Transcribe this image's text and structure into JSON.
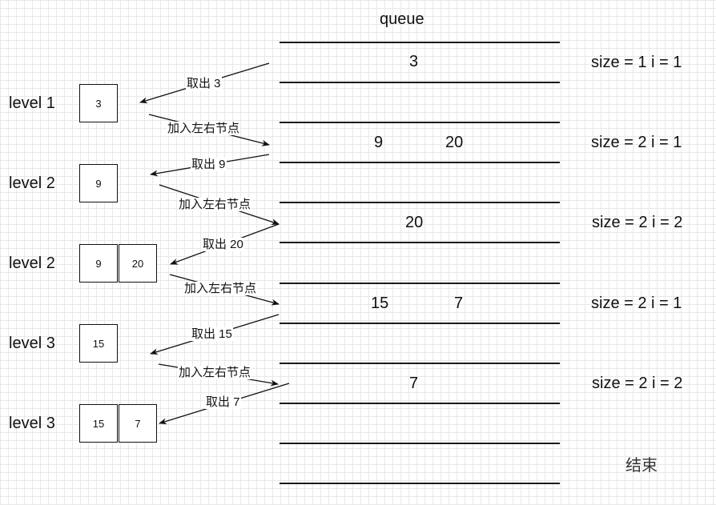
{
  "queue_title": "queue",
  "queue_rows": [
    {
      "values": [
        "3"
      ]
    },
    {
      "values": [
        "9",
        "20"
      ]
    },
    {
      "values": [
        "20"
      ]
    },
    {
      "values": [
        "15",
        "7"
      ]
    },
    {
      "values": [
        "7"
      ]
    }
  ],
  "levels": [
    {
      "label": "level 1",
      "boxes": [
        "3"
      ]
    },
    {
      "label": "level 2",
      "boxes": [
        "9"
      ]
    },
    {
      "label": "level 2",
      "boxes": [
        "9",
        "20"
      ]
    },
    {
      "label": "level 3",
      "boxes": [
        "15"
      ]
    },
    {
      "label": "level 3",
      "boxes": [
        "15",
        "7"
      ]
    }
  ],
  "status": [
    "size = 1 i = 1",
    "size = 2 i = 1",
    "size = 2 i = 2",
    "size = 2 i = 1",
    "size = 2 i = 2"
  ],
  "arrow_labels": {
    "take": [
      "取出 3",
      "取出 9",
      "取出 20",
      "取出 15",
      "取出 7"
    ],
    "add": [
      "加入左右节点",
      "加入左右节点",
      "加入左右节点",
      "加入左右节点"
    ]
  },
  "end_label": "结束"
}
